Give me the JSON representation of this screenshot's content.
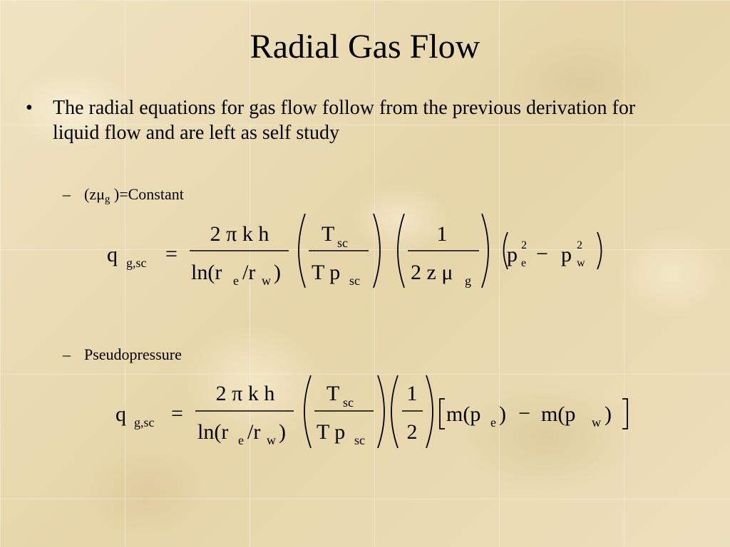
{
  "slide": {
    "title": "Radial Gas Flow",
    "bullet_text": "The radial equations for gas flow follow from the previous derivation for liquid flow and are left as self study",
    "bullet_marker": "•",
    "dash_marker": "–"
  },
  "constant_case": {
    "label_open": "(zμ",
    "label_sub": "g",
    "label_close": " )=Constant",
    "eq": {
      "lhs": "q",
      "lhs_sub": "g,sc",
      "equals": "=",
      "num1": "2 π k h",
      "den1_ln": "ln(r",
      "den1_e": "e",
      "den1_mid": "/r",
      "den1_w": "w",
      "den1_close": " )",
      "num2": "T",
      "num2_sub": "sc",
      "den2": "T p",
      "den2_sub": "sc",
      "num3": "1",
      "den3": "2 z μ",
      "den3_sub": "g",
      "p1": "p",
      "p1_sup": "2",
      "p1_sub": "e",
      "minus": "−",
      "p2": "p",
      "p2_sup": "2",
      "p2_sub": "w"
    }
  },
  "pseudo_case": {
    "label": "Pseudopressure",
    "eq": {
      "lhs": "q",
      "lhs_sub": "g,sc",
      "equals": "=",
      "num1": "2 π k h",
      "den1_ln": "ln(r",
      "den1_e": "e",
      "den1_mid": "/r",
      "den1_w": "w",
      "den1_close": " )",
      "num2": "T",
      "num2_sub": "sc",
      "den2": "T p",
      "den2_sub": "sc",
      "num3": "1",
      "den3": "2",
      "m1": "m(p",
      "m1_sub": "e",
      "m1_close": " )",
      "minus": "−",
      "m2": "m(p",
      "m2_sub": "w",
      "m2_close": " )"
    }
  }
}
